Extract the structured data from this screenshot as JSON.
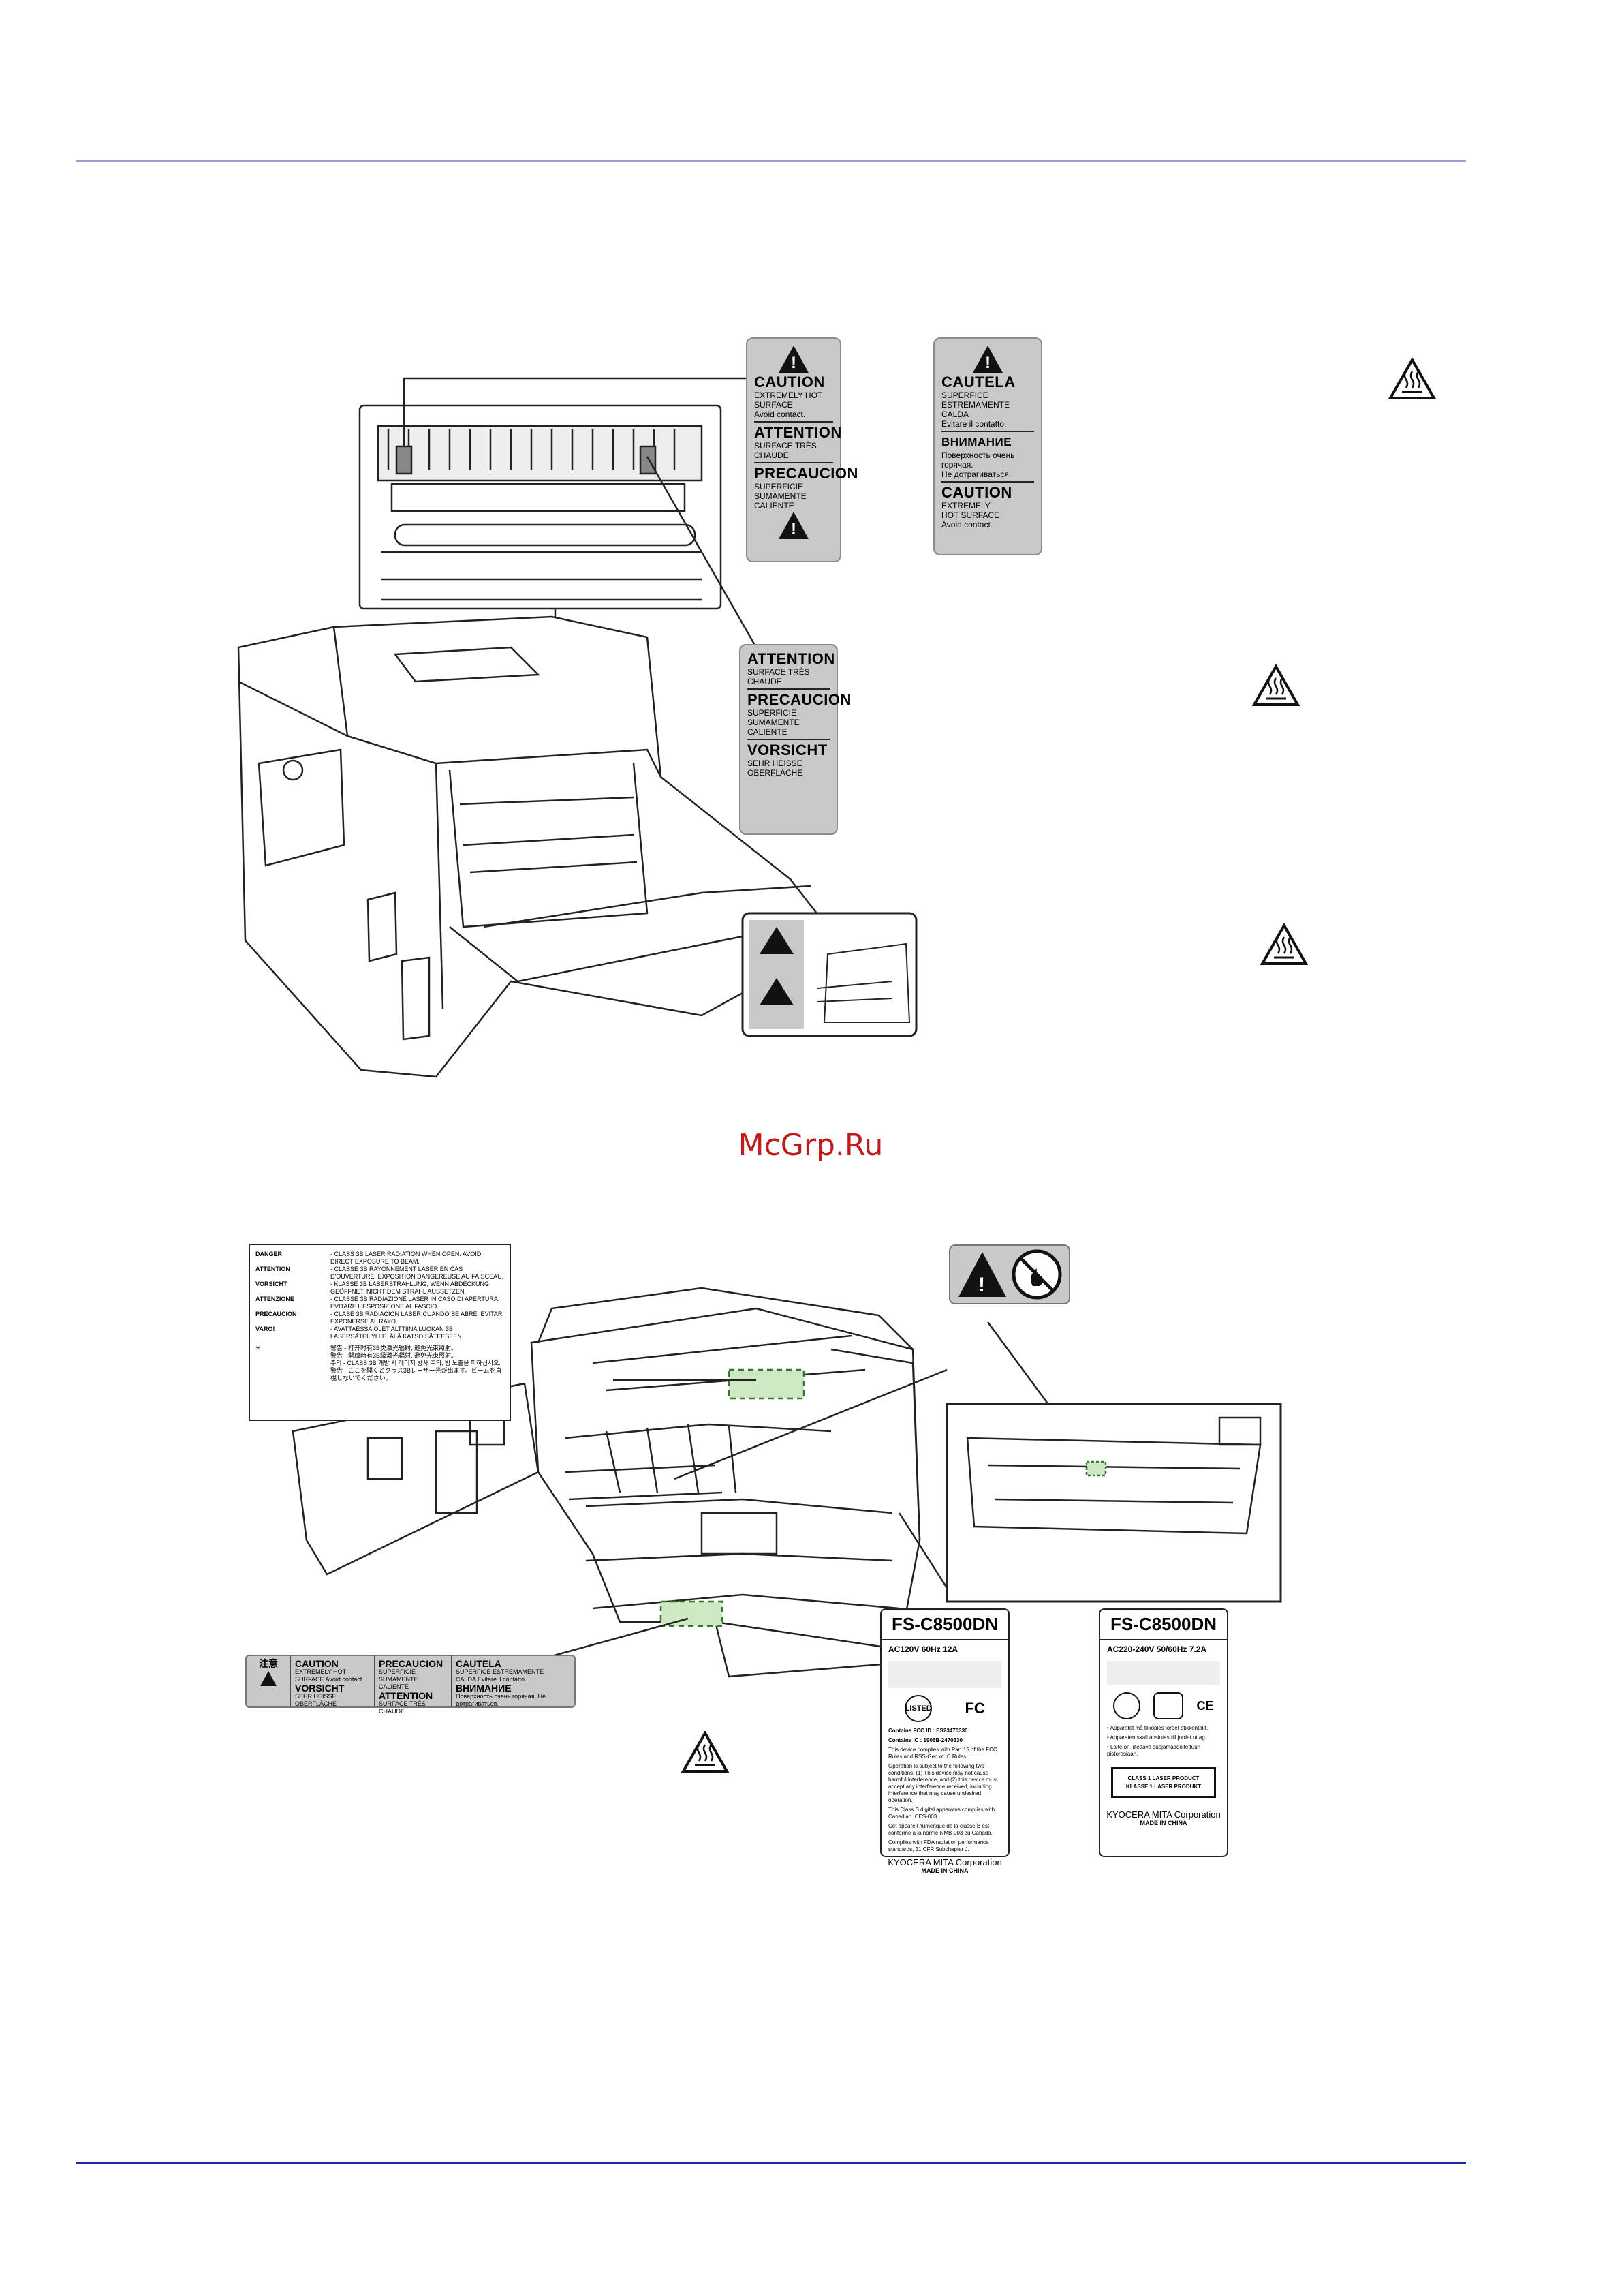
{
  "watermark": "McGrp.Ru",
  "labels": {
    "tri_glyph": "!",
    "fuser_label_1": {
      "caution_title": "CAUTION",
      "caution_text": [
        "EXTREMELY HOT",
        "SURFACE",
        "Avoid contact."
      ],
      "attention_title": "ATTENTION",
      "attention_text": "SURFACE TRÈS CHAUDE",
      "precaucion_title": "PRECAUCION",
      "precaucion_text": [
        "SUPERFICIE",
        "SUMAMENTE",
        "CALIENTE"
      ]
    },
    "fuser_label_2": {
      "cautela_title": "CAUTELA",
      "cautela_text": [
        "SUPERFICE",
        "ESTREMAMENTE CALDA",
        "Evitare il contatto."
      ],
      "vnimanie_title": "ВНИМАНИЕ",
      "vnimanie_text": [
        "Поверхность очень",
        "горячая.",
        "Не дотрагиваться."
      ],
      "caution_title": "CAUTION",
      "caution_text": [
        "EXTREMELY",
        "HOT SURFACE",
        "Avoid contact."
      ]
    },
    "fuser_label_3": {
      "attention_title": "ATTENTION",
      "attention_text": [
        "SURFACE TRÈS",
        "CHAUDE"
      ],
      "precaucion_title": "PRECAUCION",
      "precaucion_text": [
        "SUPERFICIE",
        "SUMAMENTE",
        "CALIENTE"
      ],
      "vorsicht_title": "VORSICHT",
      "vorsicht_text": [
        "SEHR HEISSE",
        "OBERFLÄCHE"
      ]
    },
    "laser_warning": {
      "rows": [
        {
          "key": "DANGER",
          "text": "- CLASS 3B LASER RADIATION WHEN OPEN. AVOID DIRECT EXPOSURE TO BEAM."
        },
        {
          "key": "ATTENTION",
          "text": "- CLASSE 3B RAYONNEMENT LASER EN CAS D'OUVERTURE. EXPOSITION DANGEREUSE AU FAISCEAU."
        },
        {
          "key": "VORSICHT",
          "text": "- KLASSE 3B LASERSTRAHLUNG, WENN ABDECKUNG GEÖFFNET. NICHT DEM STRAHL AUSSETZEN."
        },
        {
          "key": "ATTENZIONE",
          "text": "- CLASSE 3B RADIAZIONE LASER IN CASO DI APERTURA. EVITARE L'ESPOSIZIONE AL FASCIO."
        },
        {
          "key": "PRECAUCION",
          "text": "- CLASE 3B RADIACION LASER CUANDO SE ABRE. EVITAR EXPONERSE AL RAYO."
        },
        {
          "key": "VARO!",
          "text": "- AVATTAESSA OLET ALTTIINA LUOKAN 3B LASERSÄTEILYLLE. ÄLÄ KATSO SÄTEESEEN."
        }
      ],
      "cjk_rows": [
        "警告 - 打开时有3B类激光辐射, 避免光束照射。",
        "警告 - 開啟時有3B級激光輻射, 避免光束照射。",
        "주의 - CLASS 3B 개방 시 레이저 방사 주의, 빔 노출을 피하십시오.",
        "警告 - ここを開くとクラス3Bレーザー光が出ます。ビームを直視しないでください。"
      ]
    },
    "bottom_strip": {
      "cjk_title": "注意",
      "cols": [
        {
          "title": "CAUTION",
          "text": "EXTREMELY HOT SURFACE Avoid contact."
        },
        {
          "title": "VORSICHT",
          "text": "SEHR HEISSE OBERFLÄCHE"
        },
        {
          "title": "PRECAUCION",
          "text": "SUPERFICIE SUMAMENTE CALIENTE"
        },
        {
          "title": "ATTENTION",
          "text": "SURFACE TRÈS CHAUDE"
        },
        {
          "title": "CAUTELA",
          "text": "SUPERFICE ESTREMAMENTE CALDA Evitare il contatto."
        },
        {
          "title": "ВНИМАНИЕ",
          "text": "Поверхность очень горячая. Не дотрагиваться."
        }
      ]
    },
    "rating_us": {
      "model": "FS-C8500DN",
      "power": "AC120V   60Hz   12A",
      "cert_listed": "LISTED",
      "cert_fc": "FC",
      "fcc_lines": [
        "Contains FCC ID : ES23470330",
        "Contains IC : 1906B-2470330"
      ],
      "text_lines": [
        "This device complies with Part 15 of the FCC Rules and RSS-Gen of IC Rules.",
        "Operation is subject to the following two conditions: (1) This device may not cause harmful interference, and (2) this device must accept any interference received, including interference that may cause undesired operation.",
        "This Class B digital apparatus complies with Canadian ICES-003.",
        "Cet appareil numérique de la classe B est conforme à la norme NMB-003 du Canada.",
        "Complies with FDA radiation performance standards, 21 CFR Subchapter J."
      ],
      "maker": "KYOCERA MITA Corporation",
      "made": "MADE IN CHINA"
    },
    "rating_eu": {
      "model": "FS-C8500DN",
      "power": "AC220-240V   50/60Hz   7.2A",
      "cert_ce": "CE",
      "text_lines": [
        "• Apparatet må tilkoples jordet stikkontakt.",
        "• Apparaten skall anslutas till jordat uttag.",
        "• Laite on liitettävä suojamaadoitettuun pistorasiaan."
      ],
      "laser_lines": [
        "CLASS 1 LASER PRODUCT",
        "KLASSE 1 LASER PRODUKT"
      ],
      "maker": "KYOCERA MITA Corporation",
      "made": "MADE IN CHINA"
    }
  }
}
